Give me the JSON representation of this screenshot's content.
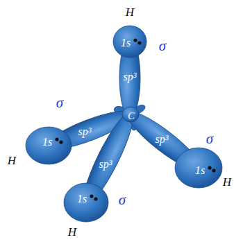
{
  "diagram": {
    "nodes": [
      {
        "text": [
          "H",
          "1s"
        ]
      },
      {
        "text": [
          "H",
          "1s"
        ]
      },
      {
        "text": [
          "H",
          "1s"
        ]
      },
      {
        "text": [
          "H",
          "1s"
        ]
      },
      {
        "text": [
          "sp³"
        ]
      },
      {
        "text": [
          "sp³"
        ]
      },
      {
        "text": [
          "sp³"
        ]
      },
      {
        "text": [
          "sp³"
        ]
      },
      {
        "text": [
          "C"
        ]
      }
    ],
    "labels": [
      "σ",
      "σ",
      "σ",
      "σ"
    ]
  }
}
